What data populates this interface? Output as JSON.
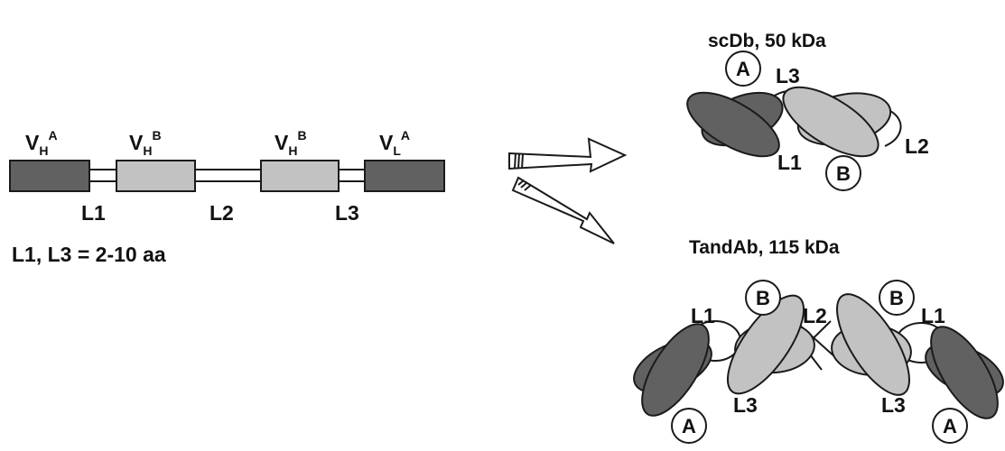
{
  "colors": {
    "dark": "#616161",
    "light": "#c2c2c2",
    "outline": "#1a1a1a",
    "background": "#ffffff"
  },
  "construct": {
    "domains": [
      {
        "main": "V",
        "sub": "H",
        "sup": "A"
      },
      {
        "main": "V",
        "sub": "H",
        "sup": "B"
      },
      {
        "main": "V",
        "sub": "H",
        "sup": "B"
      },
      {
        "main": "V",
        "sub": "L",
        "sup": "A"
      }
    ],
    "linkers": [
      "L1",
      "L2",
      "L3"
    ],
    "note": "L1, L3 = 2-10 aa"
  },
  "scdb": {
    "title": "scDb, 50 kDa",
    "site_a": "A",
    "site_b": "B",
    "linker_top": "L3",
    "linker_right": "L2",
    "linker_bottom": "L1"
  },
  "tandab": {
    "title": "TandAb, 115 kDa",
    "left_site_b": "B",
    "right_site_b": "B",
    "left_site_a": "A",
    "right_site_a": "A",
    "linker_left_top": "L1",
    "linker_center": "L2",
    "linker_right_top": "L1",
    "linker_left_bottom": "L3",
    "linker_right_bottom": "L3"
  }
}
